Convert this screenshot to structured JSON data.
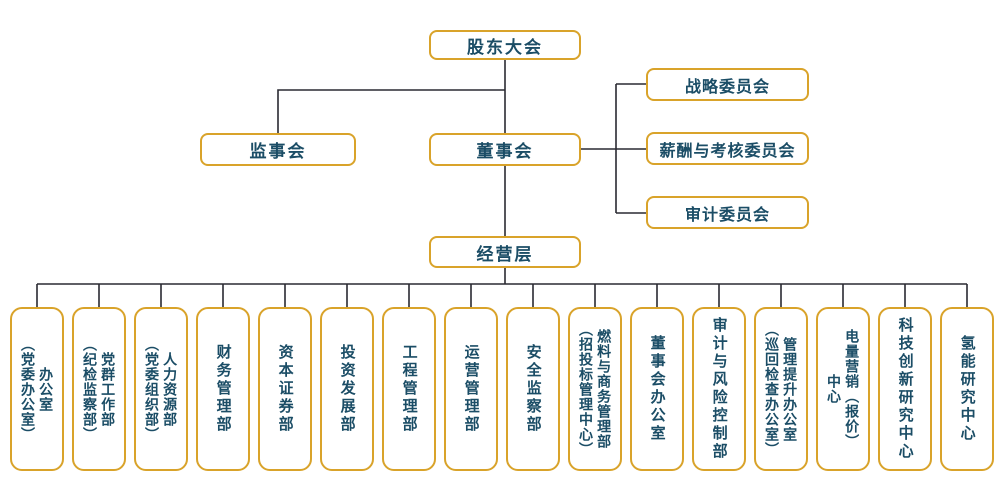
{
  "colors": {
    "background": "#ffffff",
    "box_border": "#d9a32a",
    "text": "#1b4d66",
    "connector_line": "#2a2a32"
  },
  "nodes": {
    "shareholders": "股东大会",
    "supervisory_board": "监事会",
    "board_of_directors": "董事会",
    "management": "经营层"
  },
  "committees": [
    {
      "label": "战略委员会"
    },
    {
      "label": "薪酬与考核委员会"
    },
    {
      "label": "审计委员会"
    }
  ],
  "departments": [
    {
      "lines": [
        "办公室",
        "（党委办公室）"
      ]
    },
    {
      "lines": [
        "党群工作部",
        "（纪检监察部）"
      ]
    },
    {
      "lines": [
        "人力资源部",
        "（党委组织部）"
      ]
    },
    {
      "lines": [
        "财务管理部"
      ]
    },
    {
      "lines": [
        "资本证券部"
      ]
    },
    {
      "lines": [
        "投资发展部"
      ]
    },
    {
      "lines": [
        "工程管理部"
      ]
    },
    {
      "lines": [
        "运营管理部"
      ]
    },
    {
      "lines": [
        "安全监察部"
      ]
    },
    {
      "lines": [
        "燃料与商务管理部",
        "（招投标管理中心）"
      ]
    },
    {
      "lines": [
        "董事会办公室"
      ]
    },
    {
      "lines": [
        "审计与风险控制部"
      ]
    },
    {
      "lines": [
        "管理提升办公室",
        "（巡回检查办公室）"
      ]
    },
    {
      "lines": [
        "电量营销（报价）",
        "中心"
      ]
    },
    {
      "lines": [
        "科技创新研究中心"
      ]
    },
    {
      "lines": [
        "氢能研究中心"
      ]
    }
  ]
}
